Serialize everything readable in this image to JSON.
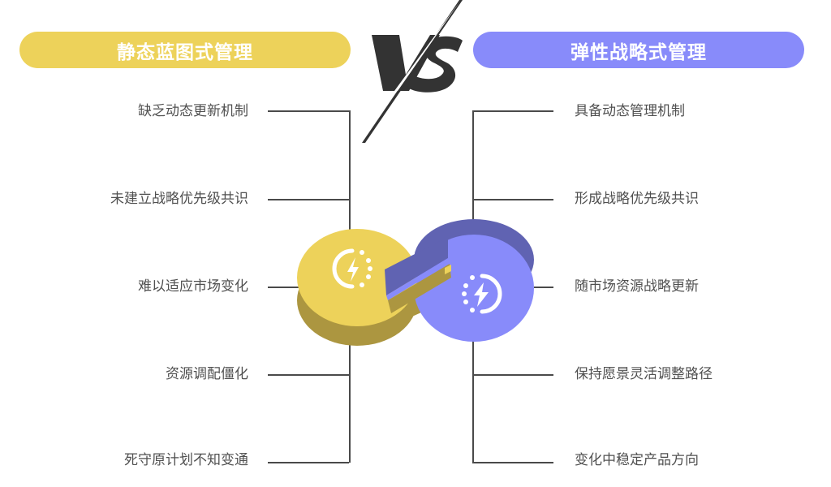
{
  "left": {
    "title": "静态蓝图式管理",
    "color": "#edd25a",
    "items": [
      "缺乏动态更新机制",
      "未建立战略优先级共识",
      "难以适应市场变化",
      "资源调配僵化",
      "死守原计划不知变通"
    ]
  },
  "right": {
    "title": "弹性战略式管理",
    "color": "#888bfa",
    "items": [
      "具备动态管理机制",
      "形成战略优先级共识",
      "随市场资源战略更新",
      "保持愿景灵活调整路径",
      "变化中稳定产品方向"
    ]
  },
  "center": {
    "vs_label": "VS",
    "icons": [
      "lightning-refresh-icon-yellow",
      "lightning-refresh-icon-blue"
    ]
  }
}
